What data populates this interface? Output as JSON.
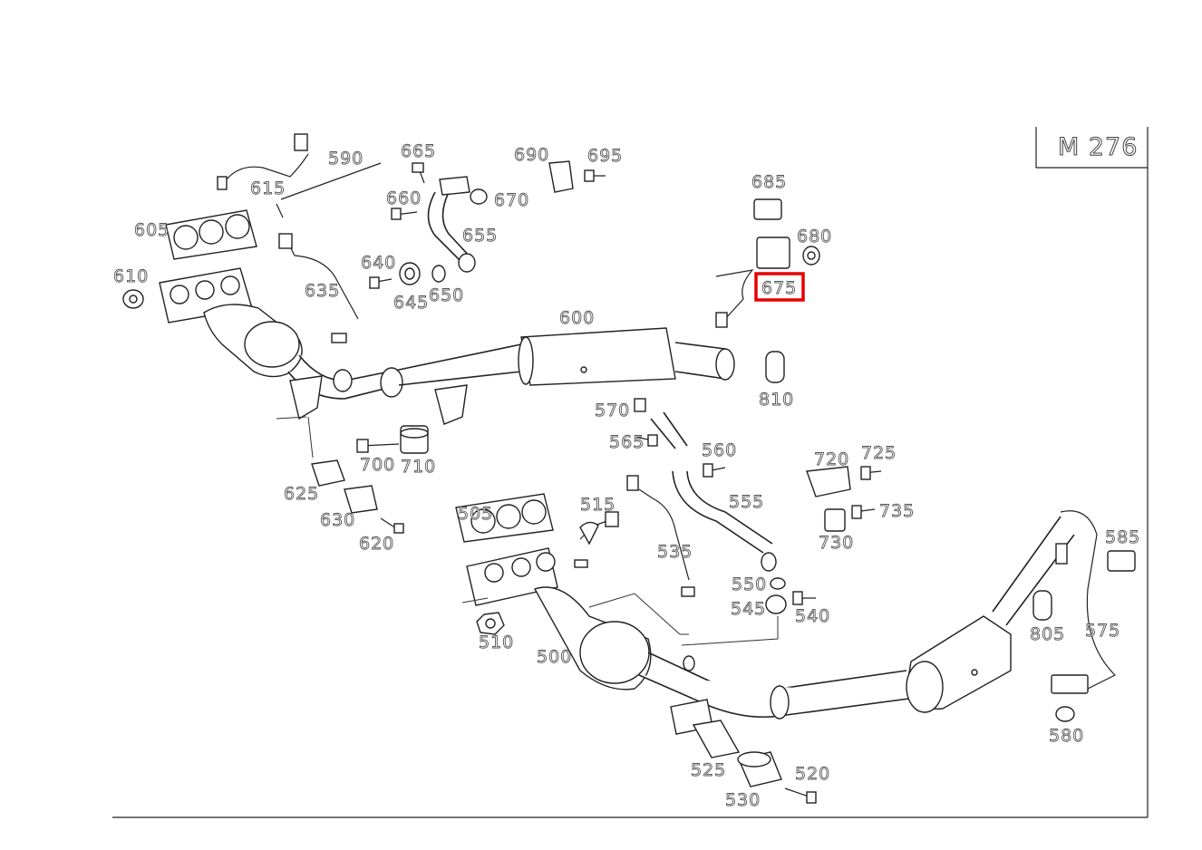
{
  "diagram": {
    "engine_code": "M 276",
    "highlight_color": "#e60000",
    "highlighted_part": "675",
    "callouts": [
      {
        "id": "505",
        "label": "505"
      },
      {
        "id": "510",
        "label": "510"
      },
      {
        "id": "500",
        "label": "500"
      },
      {
        "id": "515",
        "label": "515"
      },
      {
        "id": "520",
        "label": "520"
      },
      {
        "id": "525",
        "label": "525"
      },
      {
        "id": "530",
        "label": "530"
      },
      {
        "id": "535",
        "label": "535"
      },
      {
        "id": "540",
        "label": "540"
      },
      {
        "id": "545",
        "label": "545"
      },
      {
        "id": "550",
        "label": "550"
      },
      {
        "id": "555",
        "label": "555"
      },
      {
        "id": "560",
        "label": "560"
      },
      {
        "id": "565",
        "label": "565"
      },
      {
        "id": "570",
        "label": "570"
      },
      {
        "id": "575",
        "label": "575"
      },
      {
        "id": "580",
        "label": "580"
      },
      {
        "id": "585",
        "label": "585"
      },
      {
        "id": "590",
        "label": "590"
      },
      {
        "id": "600",
        "label": "600"
      },
      {
        "id": "605",
        "label": "605"
      },
      {
        "id": "610",
        "label": "610"
      },
      {
        "id": "615",
        "label": "615"
      },
      {
        "id": "620",
        "label": "620"
      },
      {
        "id": "625",
        "label": "625"
      },
      {
        "id": "630",
        "label": "630"
      },
      {
        "id": "635",
        "label": "635"
      },
      {
        "id": "640",
        "label": "640"
      },
      {
        "id": "645",
        "label": "645"
      },
      {
        "id": "650",
        "label": "650"
      },
      {
        "id": "655",
        "label": "655"
      },
      {
        "id": "660",
        "label": "660"
      },
      {
        "id": "665",
        "label": "665"
      },
      {
        "id": "670",
        "label": "670"
      },
      {
        "id": "675",
        "label": "675"
      },
      {
        "id": "680",
        "label": "680"
      },
      {
        "id": "685",
        "label": "685"
      },
      {
        "id": "690",
        "label": "690"
      },
      {
        "id": "695",
        "label": "695"
      },
      {
        "id": "700",
        "label": "700"
      },
      {
        "id": "710",
        "label": "710"
      },
      {
        "id": "720",
        "label": "720"
      },
      {
        "id": "725",
        "label": "725"
      },
      {
        "id": "730",
        "label": "730"
      },
      {
        "id": "735",
        "label": "735"
      },
      {
        "id": "805",
        "label": "805"
      },
      {
        "id": "810",
        "label": "810"
      }
    ]
  }
}
